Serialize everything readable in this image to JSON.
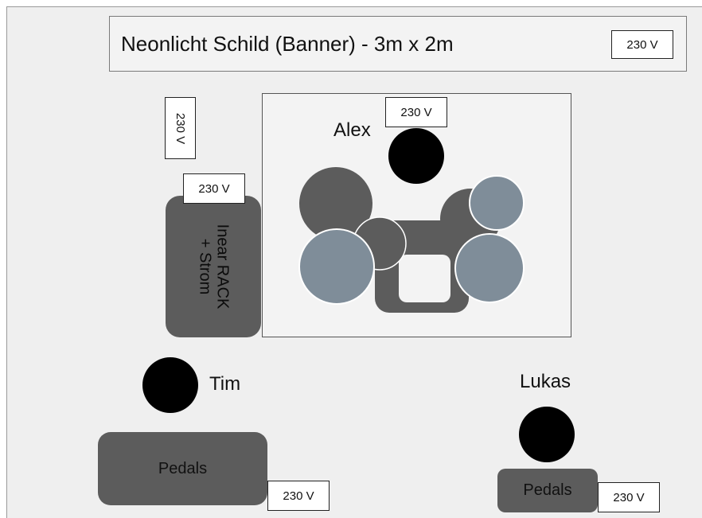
{
  "banner": {
    "title": "Neonlicht Schild (Banner) - 3m x 2m",
    "power": "230 V"
  },
  "power_vertical": "230 V",
  "rack": {
    "power": "230 V",
    "label_line1": "Inear RACK",
    "label_line2": "+ Strom"
  },
  "drums": {
    "musician": "Alex",
    "power": "230 V",
    "colors": {
      "drum_dark": "#5c5c5c",
      "cymbal": "#7f8d99",
      "outline": "#ffffff"
    }
  },
  "tim": {
    "name": "Tim",
    "pedals": "Pedals",
    "power": "230 V"
  },
  "lukas": {
    "name": "Lukas",
    "pedals": "Pedals",
    "power": "230 V"
  },
  "colors": {
    "background": "#efefef",
    "person": "#000000",
    "equipment": "#5c5c5c"
  }
}
